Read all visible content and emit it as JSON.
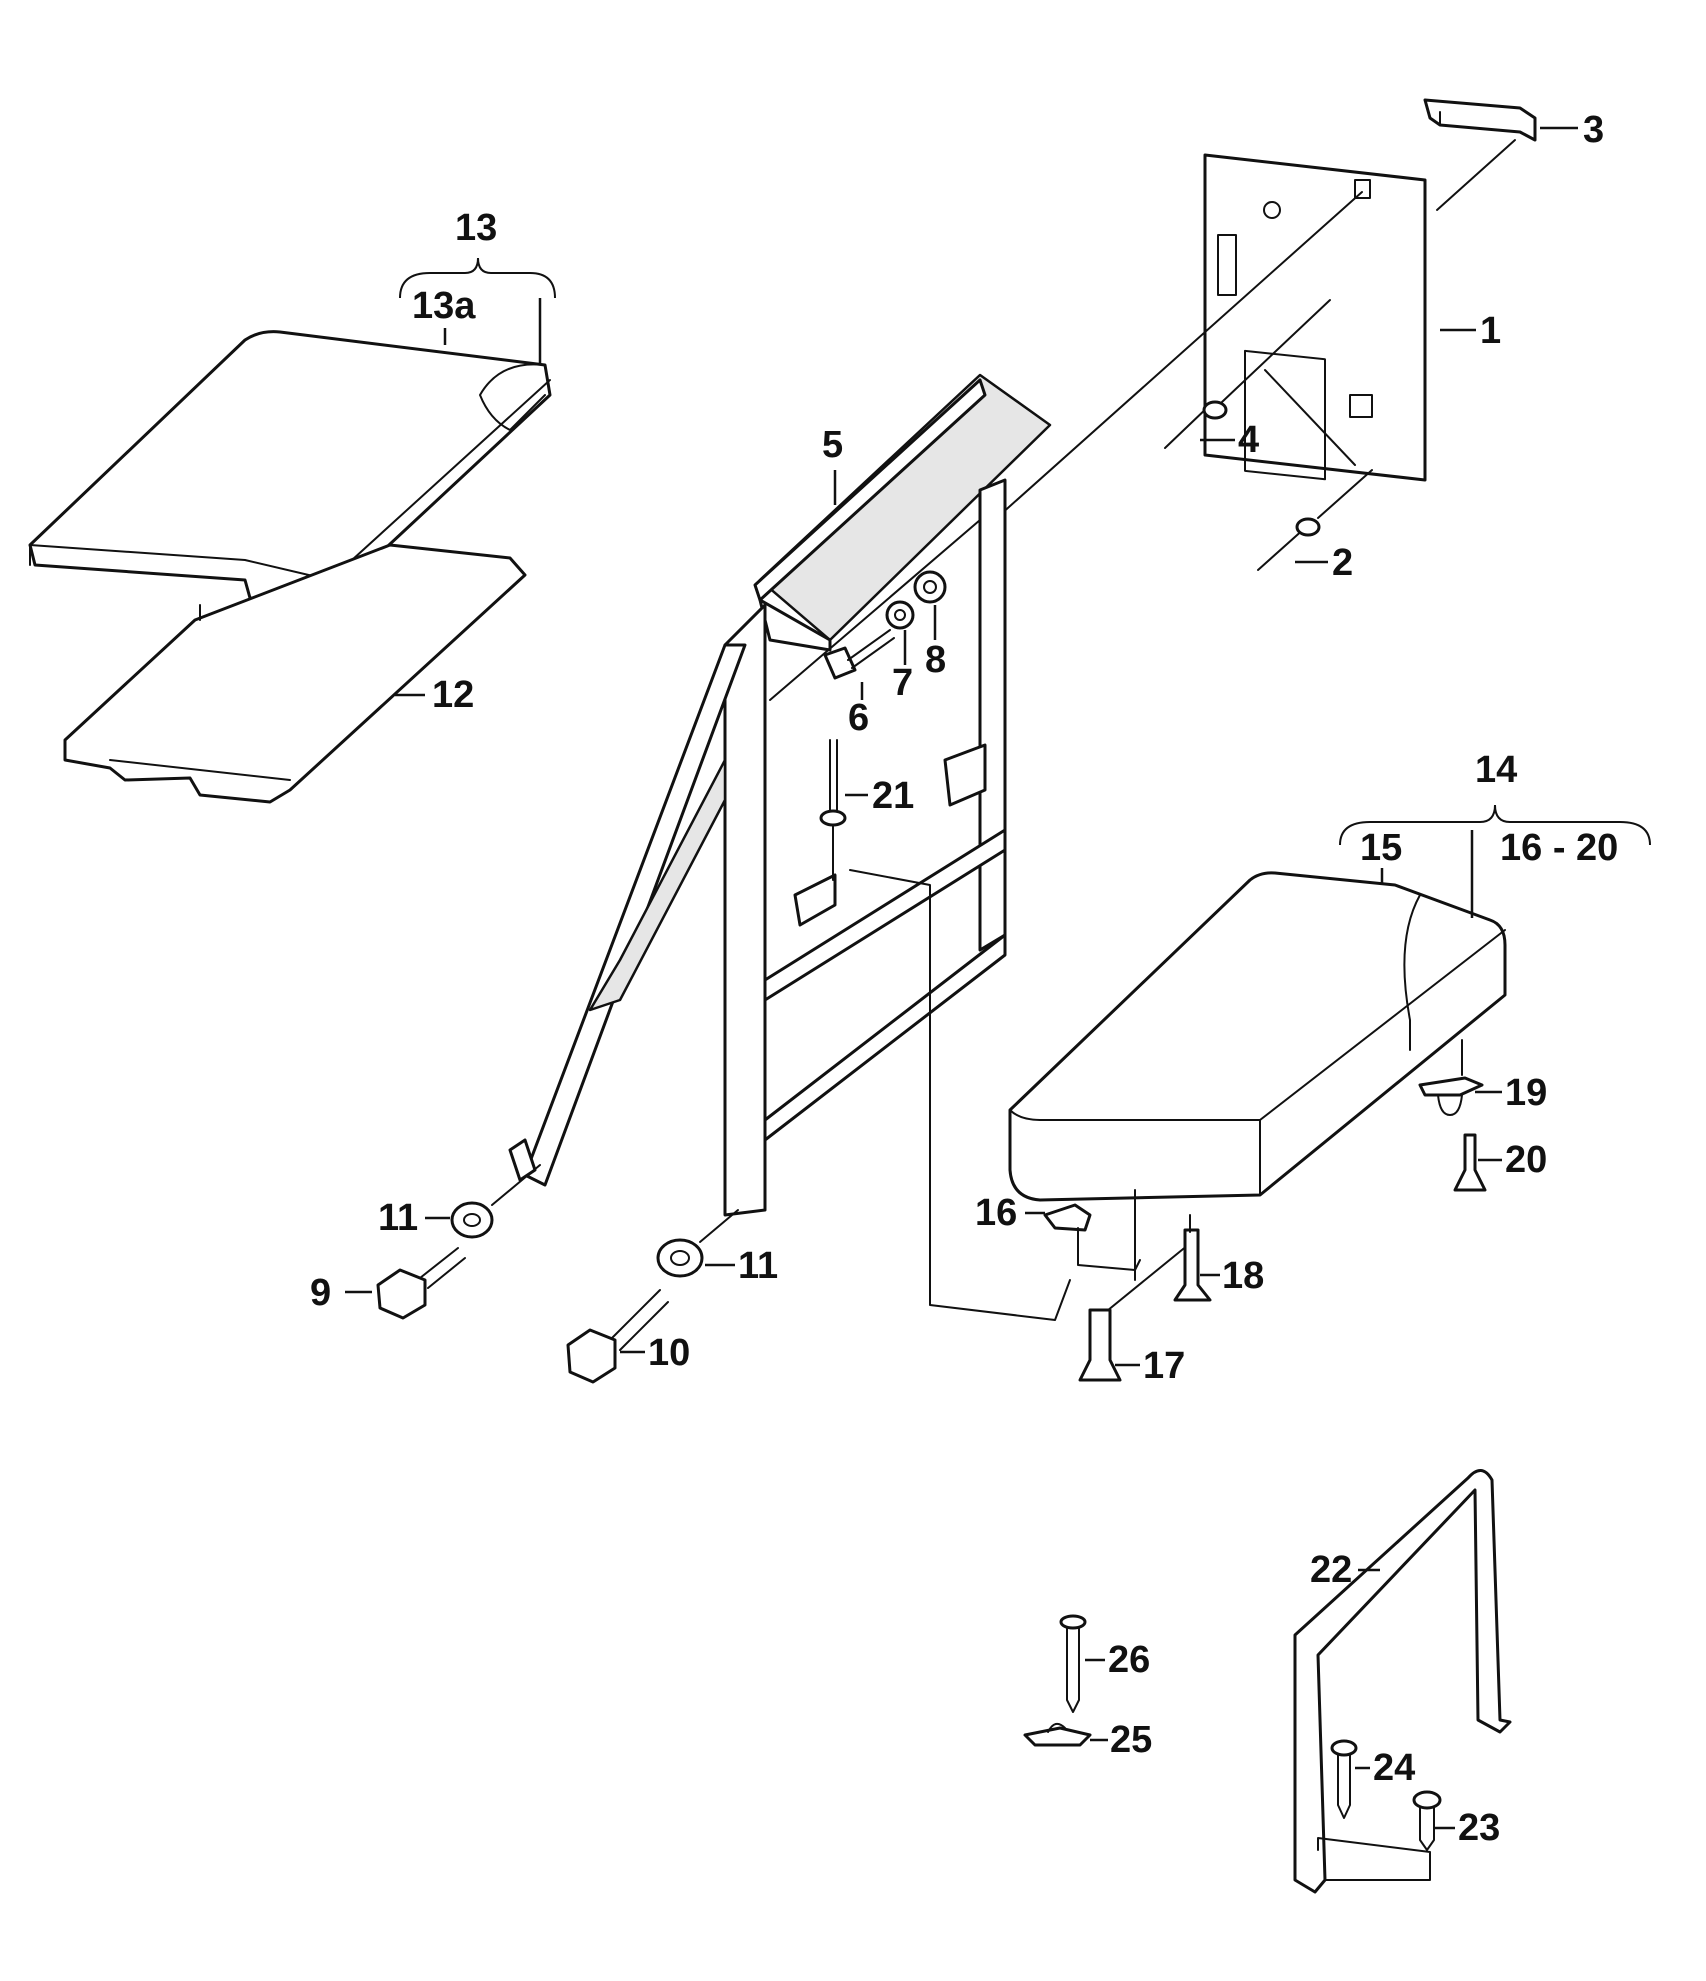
{
  "callouts": {
    "c1": "1",
    "c2": "2",
    "c3": "3",
    "c4": "4",
    "c5": "5",
    "c6": "6",
    "c7": "7",
    "c8": "8",
    "c9": "9",
    "c10": "10",
    "c11a": "11",
    "c11b": "11",
    "c12": "12",
    "c13": "13",
    "c13a": "13a",
    "c14": "14",
    "c15": "15",
    "c16_20": "16 - 20",
    "c16": "16",
    "c17": "17",
    "c18": "18",
    "c19": "19",
    "c20": "20",
    "c21": "21",
    "c22": "22",
    "c23": "23",
    "c24": "24",
    "c25": "25",
    "c26": "26"
  }
}
